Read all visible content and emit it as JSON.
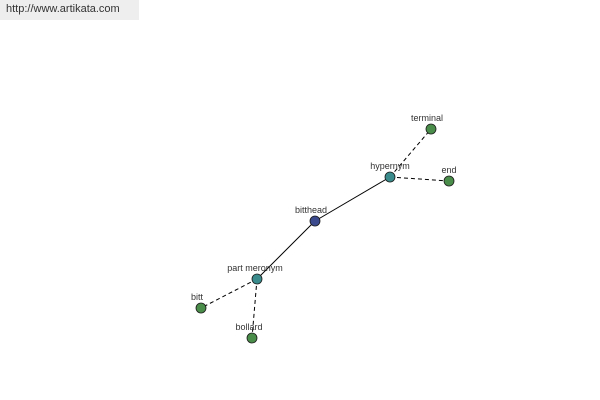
{
  "watermark": {
    "url": "http://www.artikata.com"
  },
  "colors": {
    "center_node": "#3a4a8c",
    "relation_node": "#3a8c8c",
    "leaf_node": "#4a8c4a",
    "edge": "#000000",
    "watermark_bg": "#eeeeee"
  },
  "graph": {
    "nodes": [
      {
        "id": "bitthead",
        "label": "bitthead",
        "kind": "center"
      },
      {
        "id": "hypernym",
        "label": "hypernym",
        "kind": "relation"
      },
      {
        "id": "part_meronym",
        "label": "part meronym",
        "kind": "relation"
      },
      {
        "id": "terminal",
        "label": "terminal",
        "kind": "leaf"
      },
      {
        "id": "end",
        "label": "end",
        "kind": "leaf"
      },
      {
        "id": "bitt",
        "label": "bitt",
        "kind": "leaf"
      },
      {
        "id": "bollard",
        "label": "bollard",
        "kind": "leaf"
      }
    ],
    "edges": [
      {
        "from": "bitthead",
        "to": "hypernym",
        "style": "solid"
      },
      {
        "from": "bitthead",
        "to": "part_meronym",
        "style": "solid"
      },
      {
        "from": "hypernym",
        "to": "terminal",
        "style": "dashed"
      },
      {
        "from": "hypernym",
        "to": "end",
        "style": "dashed"
      },
      {
        "from": "part_meronym",
        "to": "bitt",
        "style": "dashed"
      },
      {
        "from": "part_meronym",
        "to": "bollard",
        "style": "dashed"
      }
    ]
  }
}
